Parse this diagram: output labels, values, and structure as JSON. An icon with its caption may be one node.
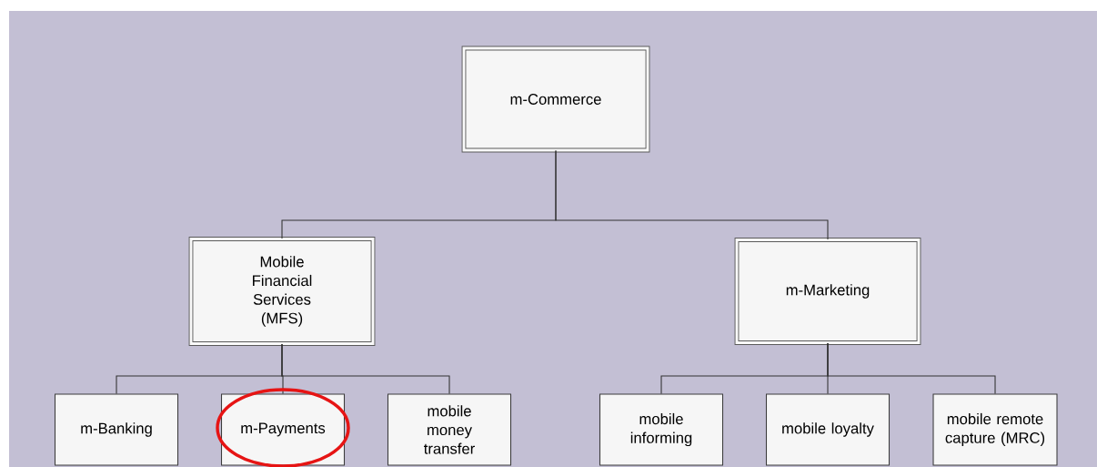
{
  "diagram": {
    "nodes": [
      {
        "text": [
          "m-Commerce"
        ]
      },
      {
        "text": [
          "Mobile Financial Services (MFS)"
        ]
      },
      {
        "text": [
          "m-Marketing"
        ]
      },
      {
        "text": [
          "m-Banking"
        ]
      },
      {
        "text": [
          "m-Payments"
        ]
      },
      {
        "text": [
          "mobile money transfer"
        ]
      },
      {
        "text": [
          "mobile informing"
        ]
      },
      {
        "text": [
          "mobile loyalty"
        ]
      },
      {
        "text": [
          "mobile remote capture (MRC)"
        ]
      }
    ],
    "edges": [
      {
        "from": 0,
        "to": 1,
        "arrow": "none"
      },
      {
        "from": 0,
        "to": 2,
        "arrow": "none"
      },
      {
        "from": 1,
        "to": 3,
        "arrow": "none"
      },
      {
        "from": 1,
        "to": 4,
        "arrow": "none"
      },
      {
        "from": 1,
        "to": 5,
        "arrow": "none"
      },
      {
        "from": 2,
        "to": 6,
        "arrow": "none"
      },
      {
        "from": 2,
        "to": 7,
        "arrow": "none"
      },
      {
        "from": 2,
        "to": 8,
        "arrow": "none"
      }
    ]
  }
}
